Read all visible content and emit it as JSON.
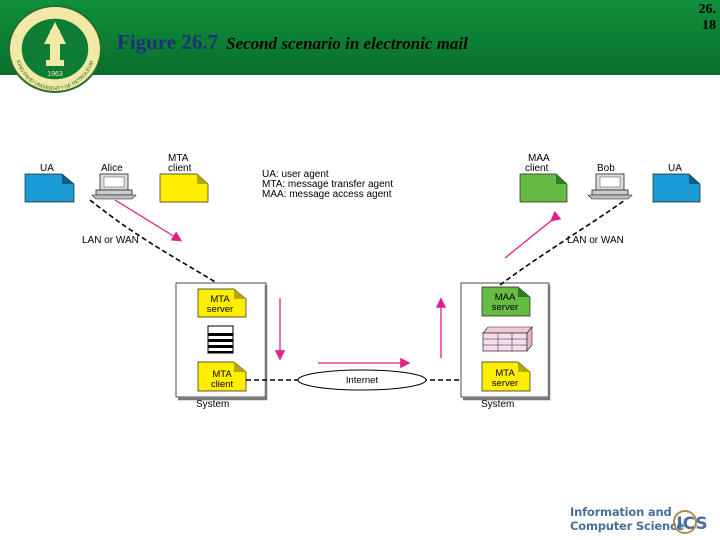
{
  "header": {
    "figure_label": "Figure 26.7",
    "subtitle": "Second scenario in electronic mail",
    "slide_number_line1": "26.",
    "slide_number_line2": "18",
    "logo_text": "KING FAHD UNIVERSITY OF PETROLEUM & MINERALS",
    "logo_year": "1963"
  },
  "diagram": {
    "left": {
      "ua_label": "UA",
      "user_label": "Alice",
      "mta_label_line1": "MTA",
      "mta_label_line2": "client",
      "network_label": "LAN or WAN",
      "server_line1": "MTA",
      "server_line2": "server",
      "client_line1": "MTA",
      "client_line2": "client",
      "system_label": "System"
    },
    "right": {
      "ua_label": "UA",
      "user_label": "Bob",
      "maa_label_line1": "MAA",
      "maa_label_line2": "client",
      "network_label": "LAN or WAN",
      "maa_server_line1": "MAA",
      "maa_server_line2": "server",
      "server_line1": "MTA",
      "server_line2": "server",
      "system_label": "System"
    },
    "legend": [
      "UA: user agent",
      "MTA: message transfer agent",
      "MAA: message access agent"
    ],
    "internet_label": "Internet",
    "colors": {
      "ua": "#1a9ad6",
      "mta": "#ffee00",
      "maa": "#66bb44",
      "arrow": "#e0208a"
    }
  },
  "footer": {
    "brand_line1": "Information and",
    "brand_line2": "Computer Science",
    "brand_mark": "ICS"
  }
}
